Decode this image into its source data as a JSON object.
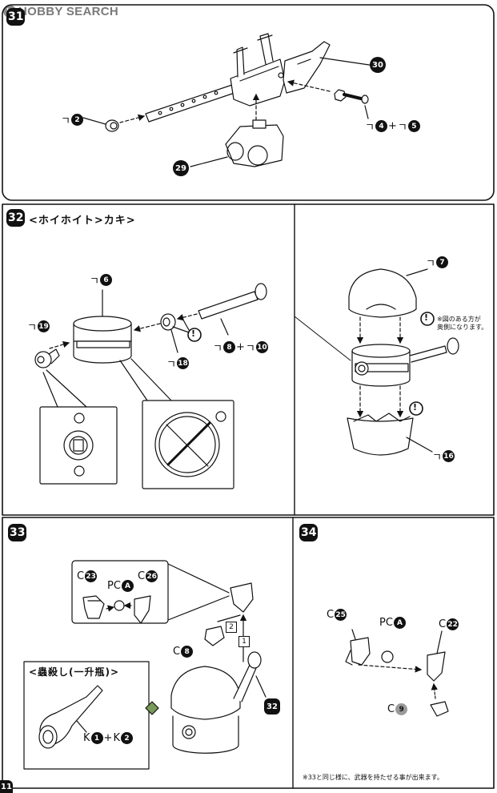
{
  "watermark": {
    "text": "HOBBY SEARCH",
    "icon": "hobby-search-logo"
  },
  "page_number": "11",
  "steps": {
    "s31": {
      "number": "31",
      "labels": {
        "j2": "ㄱ",
        "j2n": "2",
        "p30": "30",
        "p29": "29",
        "j4": "ㄱ",
        "j4n": "4",
        "plus": "+",
        "j5": "ㄱ",
        "j5n": "5"
      }
    },
    "s32": {
      "number": "32",
      "title": "<ホイホイト>カキ>",
      "labels": {
        "j6": "ㄱ",
        "j6n": "6",
        "j19": "ㄱ",
        "j19n": "19",
        "j18": "ㄱ",
        "j18n": "18",
        "j8": "ㄱ",
        "j8n": "8",
        "plus": "+",
        "j10": "ㄱ",
        "j10n": "10",
        "j7": "ㄱ",
        "j7n": "7",
        "j16": "ㄱ",
        "j16n": "16"
      },
      "note": "※図のある方が\n奥側になります。"
    },
    "s33": {
      "number": "33",
      "labels": {
        "c23": "C",
        "c23n": "23",
        "pca": "PC",
        "pcan": "A",
        "c26": "C",
        "c26n": "26",
        "c8": "C",
        "c8n": "8",
        "box2": "2",
        "box1": "1",
        "ref32": "32",
        "k1": "K",
        "k1n": "1",
        "plus": "+",
        "k2": "K",
        "k2n": "2"
      },
      "sub_title": "<蟲殺し(一升瓶)>"
    },
    "s34": {
      "number": "34",
      "labels": {
        "c25": "C",
        "c25n": "25",
        "pca": "PC",
        "pcan": "A",
        "c22": "C",
        "c22n": "22",
        "c9": "C",
        "c9n": "9"
      },
      "footnote": "※33と同じ様に、武器を持たせる事が出来ます。"
    }
  },
  "colors": {
    "ink": "#111111",
    "paper": "#ffffff",
    "gray": "#9a9a9a",
    "watermark": "#7a7a7a"
  }
}
